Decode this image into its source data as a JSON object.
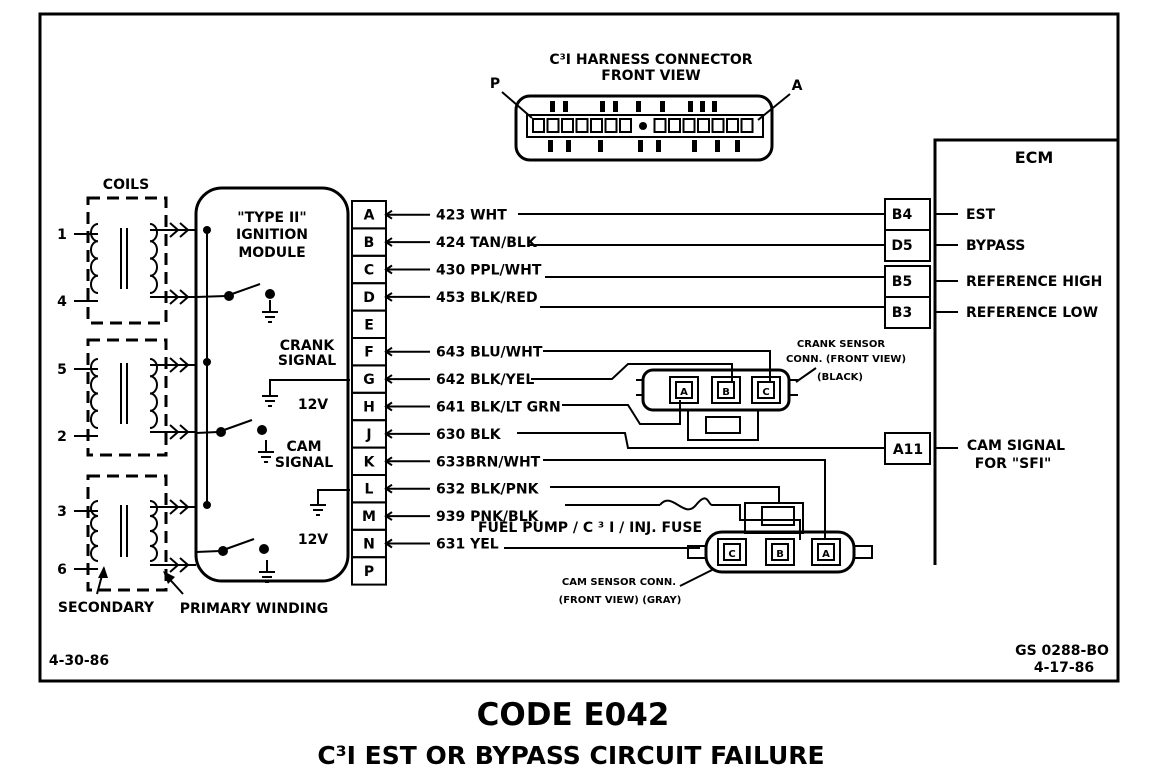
{
  "connector": {
    "title_line1": "C³I HARNESS CONNECTOR",
    "title_line2": "FRONT  VIEW",
    "label_p": "P",
    "label_a": "A"
  },
  "coils": {
    "title": "COILS",
    "numbers": [
      "1",
      "4",
      "5",
      "2",
      "3",
      "6"
    ],
    "secondary_label": "SECONDARY",
    "primary_label": "PRIMARY WINDING"
  },
  "module": {
    "title_line1": "\"TYPE II\"",
    "title_line2": "IGNITION",
    "title_line3": "MODULE",
    "crank_line1": "CRANK",
    "crank_line2": "SIGNAL",
    "cam_line1": "CAM",
    "cam_line2": "SIGNAL",
    "v12_a": "12V",
    "v12_b": "12V"
  },
  "pins": [
    "A",
    "B",
    "C",
    "D",
    "E",
    "F",
    "G",
    "H",
    "J",
    "K",
    "L",
    "M",
    "N",
    "P"
  ],
  "wires": [
    {
      "pin": "A",
      "label": "423 WHT"
    },
    {
      "pin": "B",
      "label": "424 TAN/BLK"
    },
    {
      "pin": "C",
      "label": "430 PPL/WHT"
    },
    {
      "pin": "D",
      "label": "453 BLK/RED"
    },
    {
      "pin": "F",
      "label": "643 BLU/WHT"
    },
    {
      "pin": "G",
      "label": "642 BLK/YEL"
    },
    {
      "pin": "H",
      "label": "641 BLK/LT GRN"
    },
    {
      "pin": "J",
      "label": "630 BLK"
    },
    {
      "pin": "K",
      "label": "633BRN/WHT"
    },
    {
      "pin": "L",
      "label": "632 BLK/PNK"
    },
    {
      "pin": "M",
      "label": "939 PNK/BLK"
    },
    {
      "pin": "N",
      "label": "631 YEL"
    }
  ],
  "ecm": {
    "title": "ECM",
    "terminals": [
      {
        "code": "B4",
        "signal": "EST"
      },
      {
        "code": "D5",
        "signal": "BYPASS"
      },
      {
        "code": "B5",
        "signal": "REFERENCE HIGH"
      },
      {
        "code": "B3",
        "signal": "REFERENCE LOW"
      }
    ],
    "cam_terminal": "A11",
    "cam_signal_line1": "CAM SIGNAL",
    "cam_signal_line2": "FOR \"SFI\""
  },
  "crank_sensor": {
    "line1": "CRANK SENSOR",
    "line2": "CONN. (FRONT VIEW)",
    "line3": "(BLACK)",
    "pins": [
      "A",
      "B",
      "C"
    ]
  },
  "cam_sensor": {
    "line1": "CAM SENSOR CONN.",
    "line2": "(FRONT VIEW) (GRAY)",
    "pins": [
      "C",
      "B",
      "A"
    ]
  },
  "fuse_label": "FUEL PUMP / C ³ I / INJ. FUSE",
  "date_left": "4-30-86",
  "ref_code": "GS 0288-BO",
  "ref_date": "4-17-86",
  "title": "CODE E042",
  "subtitle": "C³I EST OR BYPASS CIRCUIT FAILURE"
}
